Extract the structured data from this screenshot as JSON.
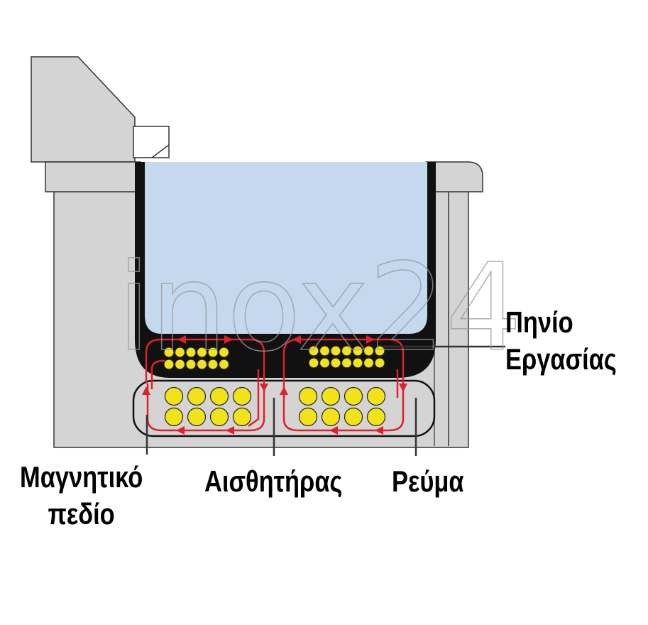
{
  "watermark": "inox24",
  "labels": {
    "working_coil": [
      "Πηνίο",
      "Εργασίας"
    ],
    "magnetic_field": [
      "Μαγνητικό",
      "πεδίο"
    ],
    "sensor": "Αισθητήρας",
    "current": "Ρεύμα"
  },
  "colors": {
    "body": "#d4d4d4",
    "liquid": "#c5d9ee",
    "vessel_wall": "#111111",
    "coil": "#f2e21a",
    "field_lines": "#e0202a",
    "outline": "#222222"
  },
  "coil_grid": {
    "upper_left": {
      "rows": 2,
      "cols": 6
    },
    "upper_right": {
      "rows": 2,
      "cols": 7
    },
    "lower_left": {
      "rows": 2,
      "cols": 4
    },
    "lower_right": {
      "rows": 2,
      "cols": 4
    }
  }
}
